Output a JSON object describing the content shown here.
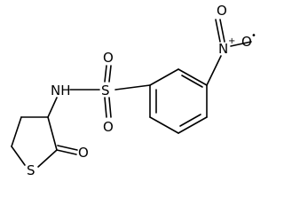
{
  "atoms": {
    "nitro_o_top": "O",
    "nitro_n": "N",
    "nitro_n_charge": "+",
    "nitro_o_right": "O",
    "nitro_o_right_charge": "•",
    "sulfonyl_o_top": "O",
    "sulfonyl_s": "S",
    "sulfonyl_o_bottom": "O",
    "amine_n": "NH",
    "ring_s": "S",
    "carbonyl_o": "O"
  }
}
